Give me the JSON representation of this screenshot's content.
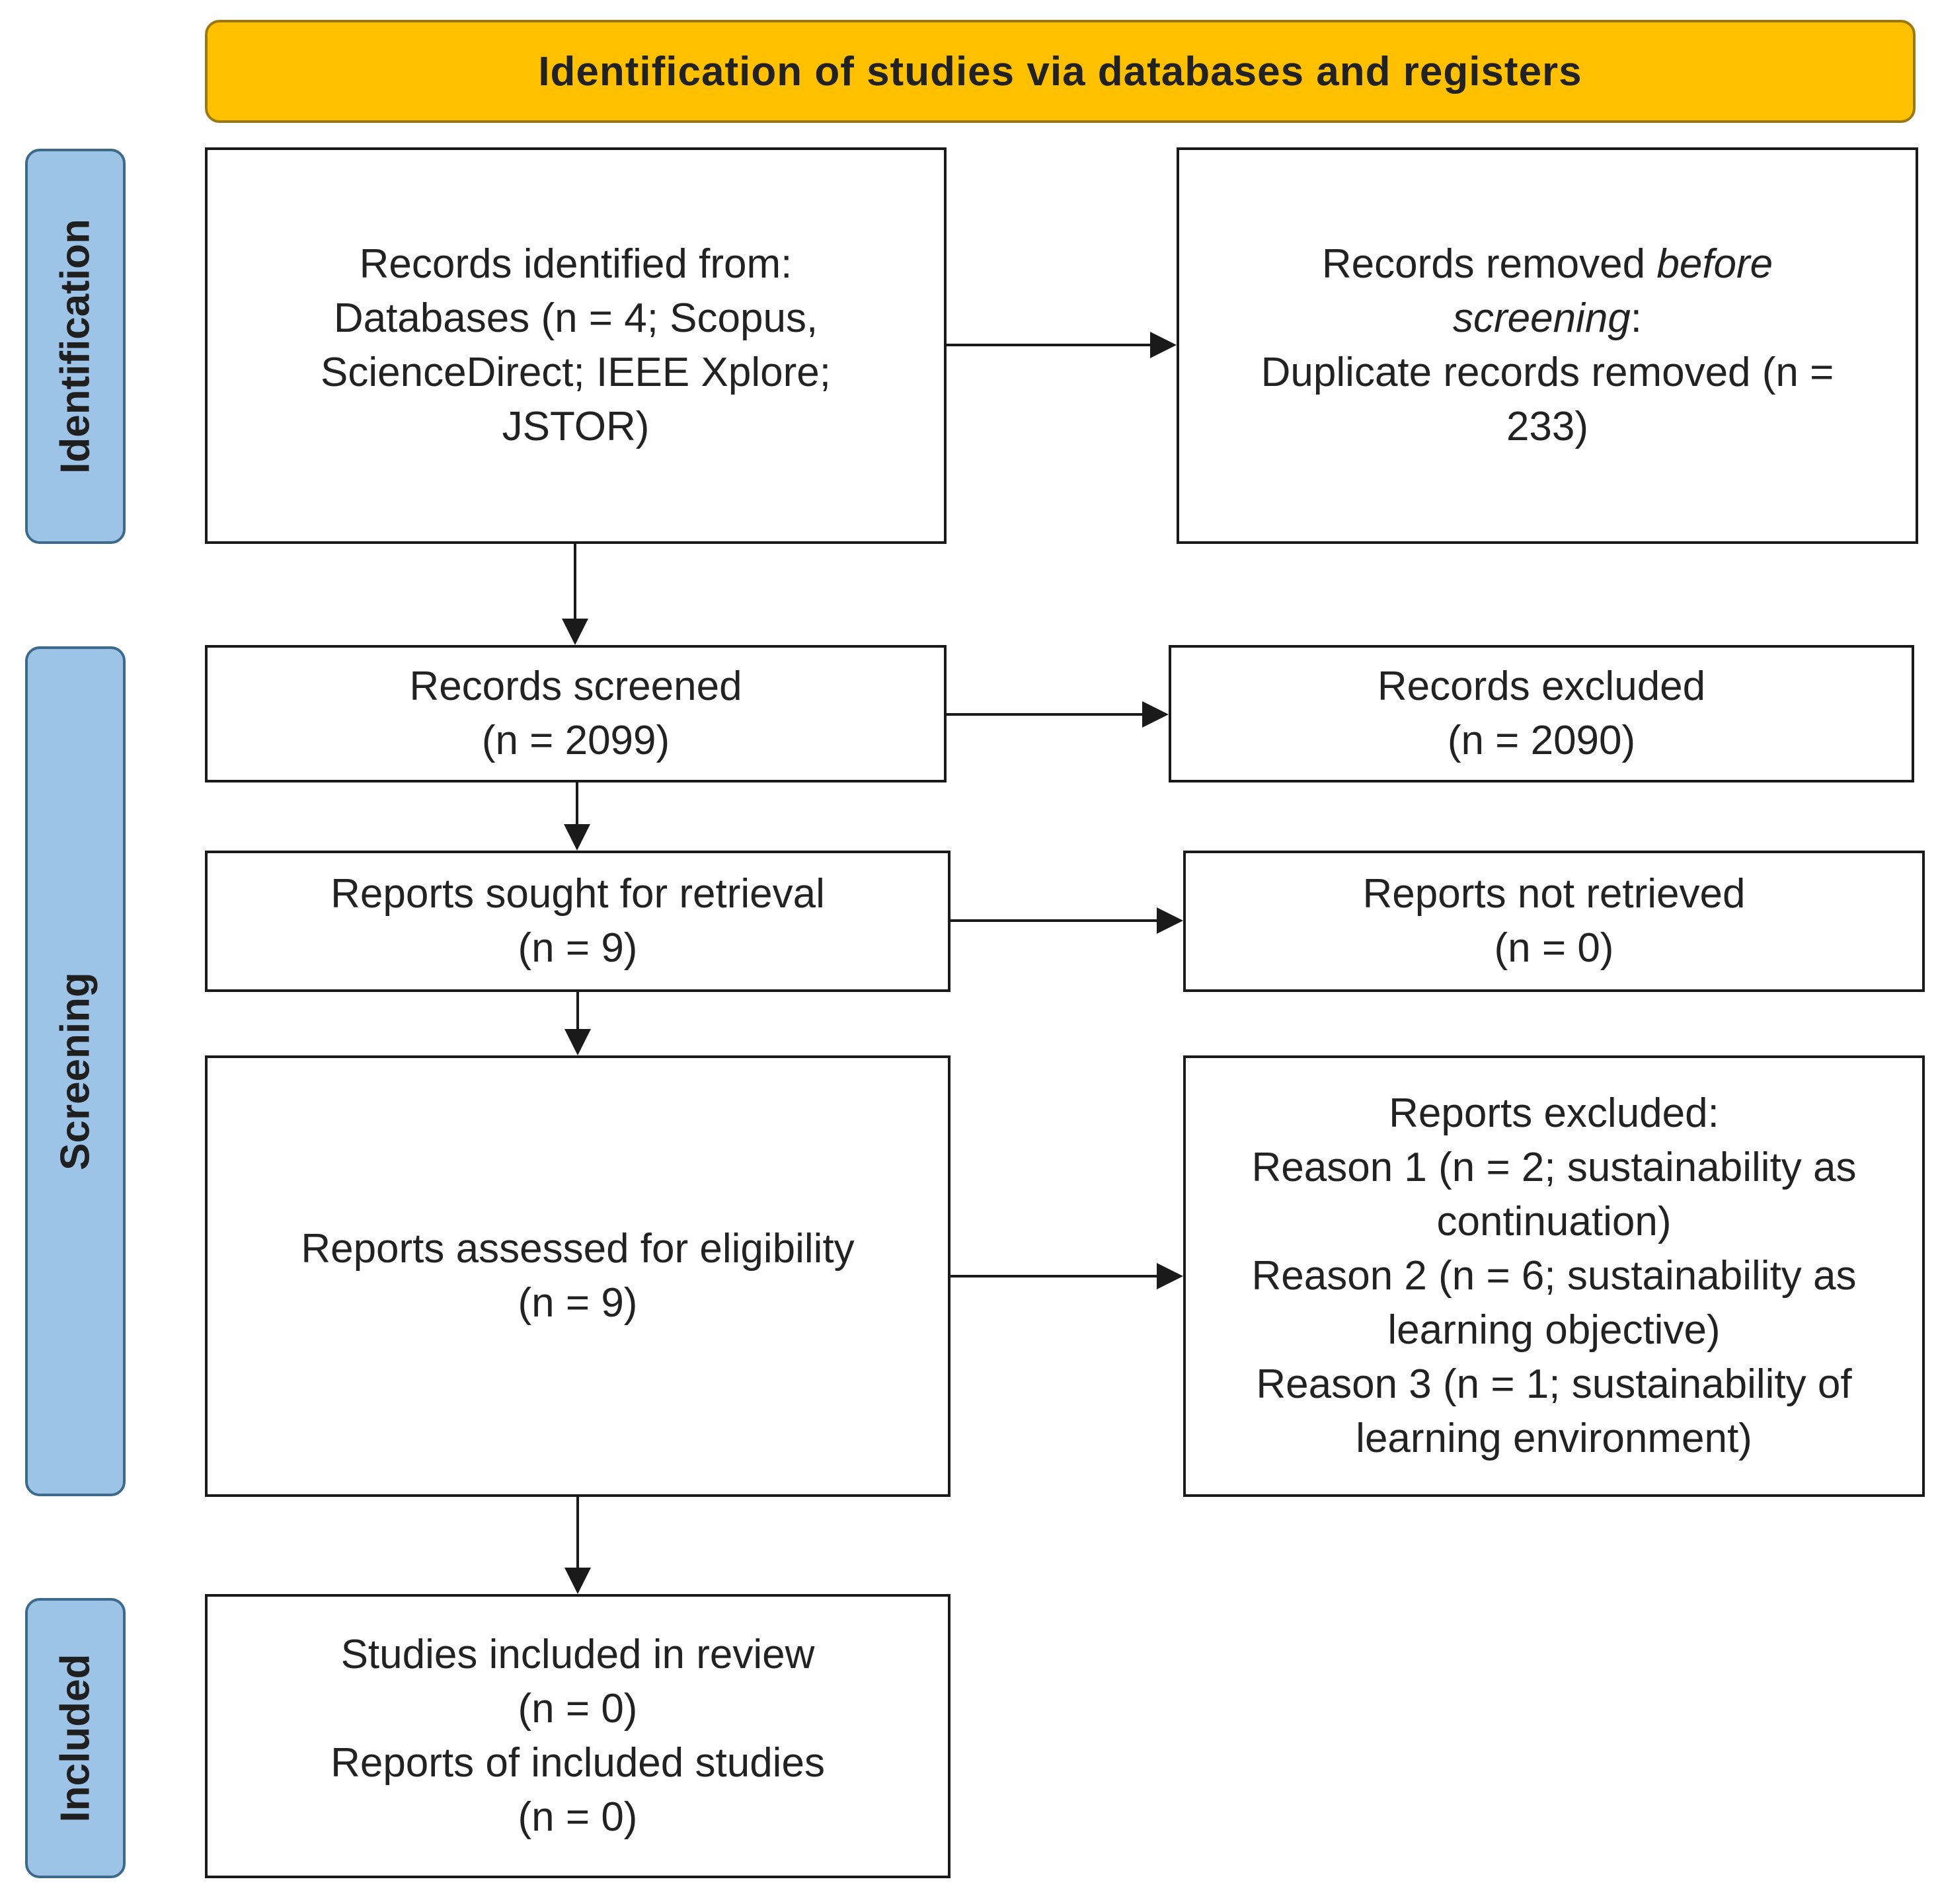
{
  "colors": {
    "banner_fill": "#FFC000",
    "phase_fill": "#9DC3E6",
    "box_border": "#1a1a1a",
    "arrow": "#1a1a1a"
  },
  "banner": {
    "title": "Identification of studies via databases and registers"
  },
  "phases": {
    "identification": "Identification",
    "screening": "Screening",
    "included": "Included"
  },
  "boxes": {
    "records_identified": {
      "line1": "Records identified from:",
      "line2": "Databases (n = 4; Scopus,",
      "line3": "ScienceDirect; IEEE Xplore;",
      "line4": "JSTOR)"
    },
    "records_removed": {
      "line1_text": "Records removed ",
      "line1_italic": "before",
      "line2_italic": "screening",
      "line2_text": ":",
      "line3": "Duplicate records removed (n =",
      "line4": "233)"
    },
    "records_screened": {
      "line1": "Records screened",
      "line2": "(n = 2099)"
    },
    "records_excluded": {
      "line1": "Records excluded",
      "line2": "(n = 2090)"
    },
    "reports_sought": {
      "line1": "Reports sought for retrieval",
      "line2": "(n = 9)"
    },
    "reports_not_retrieved": {
      "line1": "Reports not retrieved",
      "line2": "(n = 0)"
    },
    "reports_assessed": {
      "line1": "Reports assessed for eligibility",
      "line2": "(n = 9)"
    },
    "reports_excluded": {
      "line1": "Reports excluded:",
      "line2": "Reason 1 (n = 2; sustainability as",
      "line3": "continuation)",
      "line4": "Reason 2 (n = 6; sustainability as",
      "line5": "learning objective)",
      "line6": "Reason 3 (n = 1; sustainability of",
      "line7": "learning environment)"
    },
    "studies_included": {
      "line1": "Studies included in review",
      "line2": "(n = 0)",
      "line3": "Reports of included studies",
      "line4": "(n = 0)"
    }
  }
}
